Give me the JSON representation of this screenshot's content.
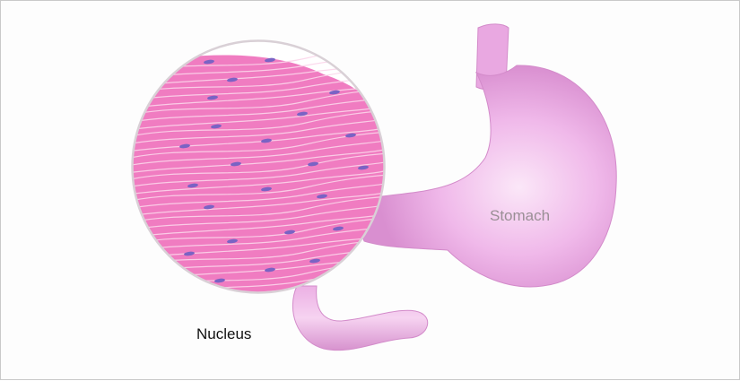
{
  "labels": {
    "stomach": "Stomach",
    "nucleus": "Nucleus"
  },
  "colors": {
    "stomach_fill": "#e7a0dd",
    "stomach_highlight": "#fbe7f8",
    "tissue_fill": "#f07cc1",
    "fiber_line": "#fbd5ea",
    "nucleus_fill": "#7a63c4",
    "circle_border": "#d9d0d6"
  },
  "icons": {
    "magnified_view": "smooth-muscle-tissue",
    "organ": "stomach"
  }
}
